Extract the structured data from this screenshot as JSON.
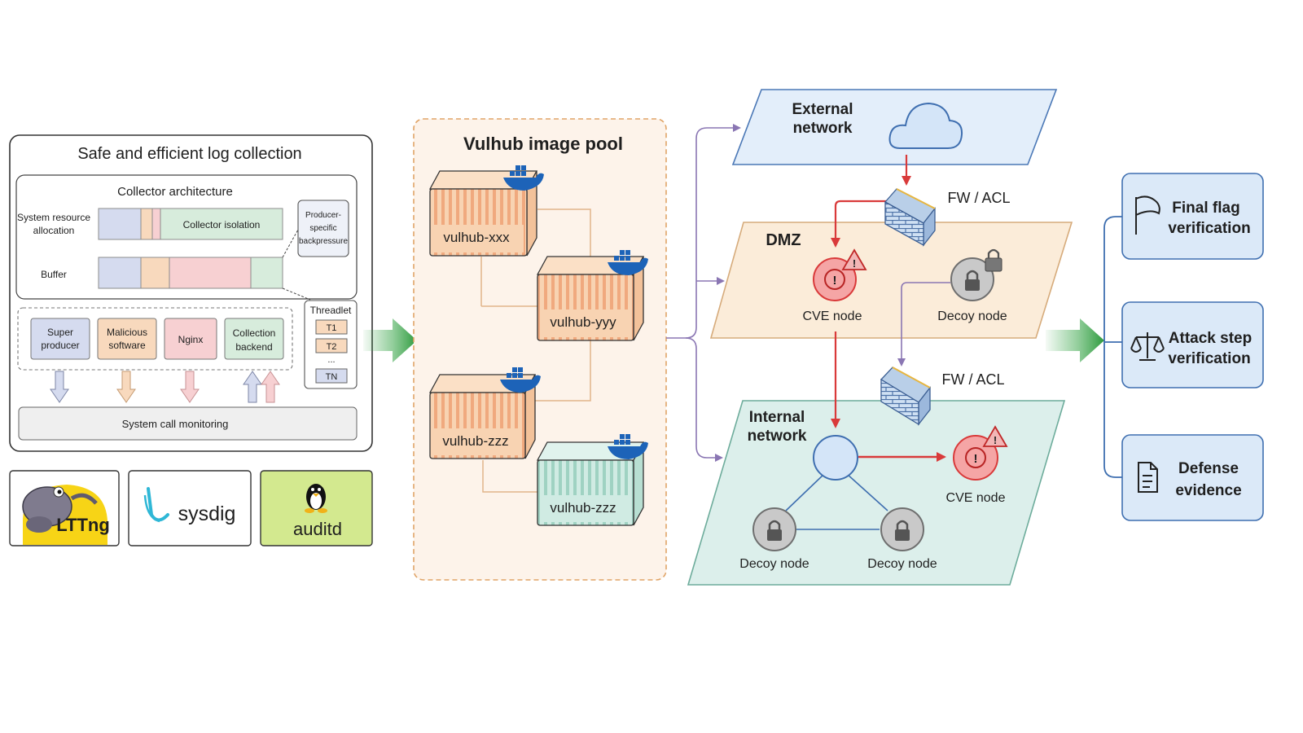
{
  "log_panel": {
    "title": "Safe and efficient log collection",
    "collector": {
      "title": "Collector architecture",
      "row1_label_1": "System resource",
      "row1_label_2": "allocation",
      "isolation_label": "Collector isolation",
      "buffer_label": "Buffer",
      "backpressure_1": "Producer-",
      "backpressure_2": "specific",
      "backpressure_3": "backpressure"
    },
    "threadlet": {
      "title": "Threadlet",
      "t1": "T1",
      "t2": "T2",
      "dots": "...",
      "tn": "TN"
    },
    "producers": {
      "super_1": "Super",
      "super_2": "producer",
      "malicious_1": "Malicious",
      "malicious_2": "software",
      "nginx": "Nginx",
      "backend_1": "Collection",
      "backend_2": "backend"
    },
    "syscall": "System call monitoring",
    "tools": {
      "lttng": "LTTng",
      "sysdig": "sysdig",
      "auditd": "auditd"
    }
  },
  "pool": {
    "title": "Vulhub image pool",
    "images": [
      "vulhub-xxx",
      "vulhub-yyy",
      "vulhub-zzz",
      "vulhub-zzz"
    ]
  },
  "network": {
    "external": {
      "line1": "External",
      "line2": "network"
    },
    "fw_top": "FW / ACL",
    "dmz": {
      "title": "DMZ",
      "cve": "CVE node",
      "decoy": "Decoy node"
    },
    "fw_mid": "FW / ACL",
    "internal": {
      "line1": "Internal",
      "line2": "network",
      "cve": "CVE node",
      "decoy_left": "Decoy node",
      "decoy_right": "Decoy node"
    }
  },
  "verification": {
    "final_flag": {
      "line1": "Final flag",
      "line2": "verification"
    },
    "attack_step": {
      "line1": "Attack step",
      "line2": "verification"
    },
    "defense": {
      "line1": "Defense",
      "line2": "evidence"
    }
  },
  "colors": {
    "blue_fill": "#dbe9f8",
    "blue_stroke": "#3f6fb0",
    "orange_fill": "#f8d9bd",
    "green_fill": "#d7ecdc",
    "pink_fill": "#f7d0d2",
    "purple_fill": "#d5dbef",
    "red": "#d93a3a",
    "purple_arrow": "#8a76b3",
    "green_arrow": "#3aa64a"
  }
}
